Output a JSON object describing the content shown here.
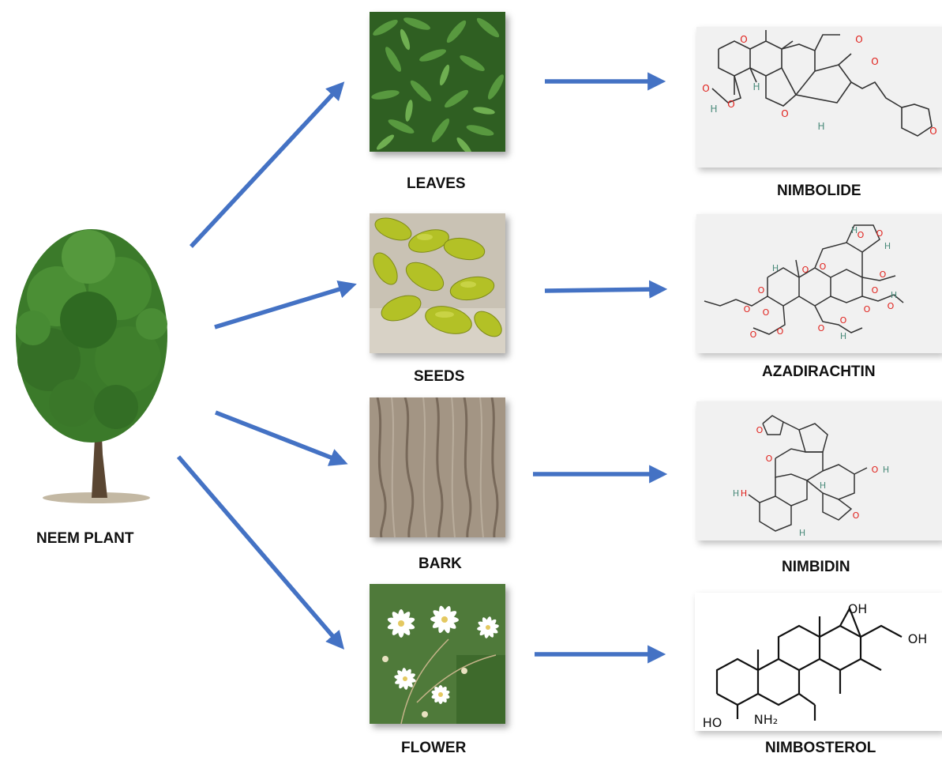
{
  "source": {
    "label": "NEEM PLANT",
    "icon": "neem-tree-icon"
  },
  "parts": [
    {
      "label": "LEAVES",
      "image": "neem-leaves-image",
      "compound": "NIMBOLIDE"
    },
    {
      "label": "SEEDS",
      "image": "neem-seeds-image",
      "compound": "AZADIRACHTIN"
    },
    {
      "label": "BARK",
      "image": "neem-bark-image",
      "compound": "NIMBIDIN"
    },
    {
      "label": "FLOWER",
      "image": "neem-flower-image",
      "compound": "NIMBOSTEROL"
    }
  ],
  "structure_atom_labels": {
    "nimbolide": [
      "O",
      "O",
      "O",
      "O",
      "H",
      "H",
      "H",
      "O",
      "O",
      "O"
    ],
    "azadirachtin": [
      "O",
      "O",
      "H",
      "H",
      "H",
      "O",
      "O",
      "O",
      "O",
      "O",
      "O",
      "O",
      "O",
      "O",
      "O",
      "O",
      "O",
      "H",
      "O",
      "H"
    ],
    "nimbidin": [
      "O",
      "O",
      "O",
      "H",
      "H",
      "O",
      "H",
      "H",
      "H"
    ],
    "nimbosterol": [
      "OH",
      "OH",
      "HO",
      "NH₂"
    ]
  },
  "colors": {
    "arrow": "#4472c4",
    "leaf": "#3e7a2e",
    "seed": "#b5c42a",
    "bark": "#9a8a78",
    "flower": "#ffffff",
    "atom_red": "#e0201b"
  }
}
